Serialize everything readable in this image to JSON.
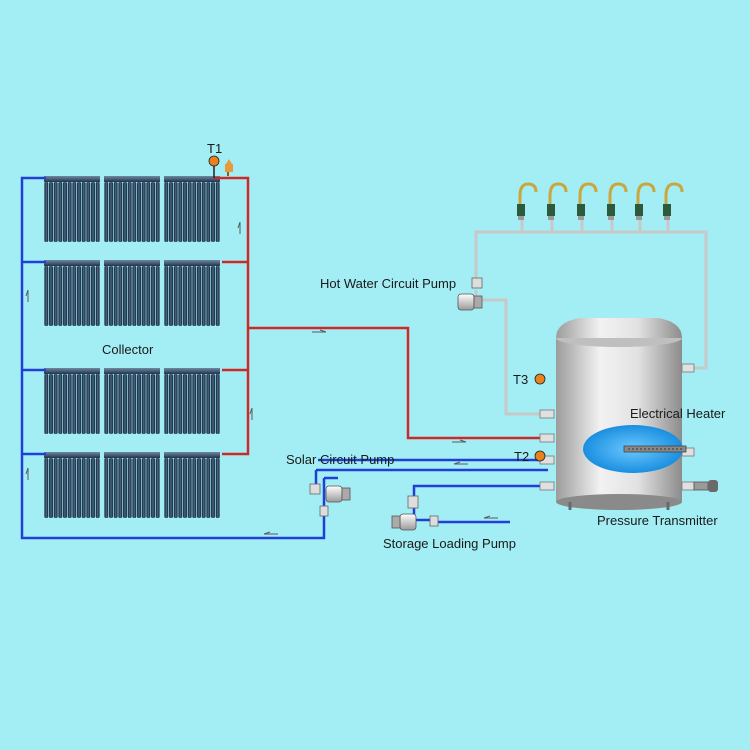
{
  "labels": {
    "collector": "Collector",
    "hot_water_pump": "Hot Water Circuit Pump",
    "electrical_heater": "Electrical Heater",
    "solar_pump": "Solar Circuit Pump",
    "storage_loading_pump": "Storage Loading Pump",
    "pressure_transmitter": "Pressure Transmitter"
  },
  "sensors": {
    "t1": "T1",
    "t2": "T2",
    "t3": "T3"
  },
  "colors": {
    "background": "#a3eef4",
    "hot_pipe": "#cc2a2a",
    "cold_pipe": "#1f3fd6",
    "hot_water_pipe": "#c8c8c8",
    "sensor": "#e8821e",
    "tank": "#d2d2d2",
    "heater": "#2aa0e8",
    "collector_tube": "#1f3550"
  },
  "collector": {
    "rows": 4,
    "panels_per_row": 3,
    "tubes_per_panel": 12
  },
  "taps": {
    "count": 6
  }
}
